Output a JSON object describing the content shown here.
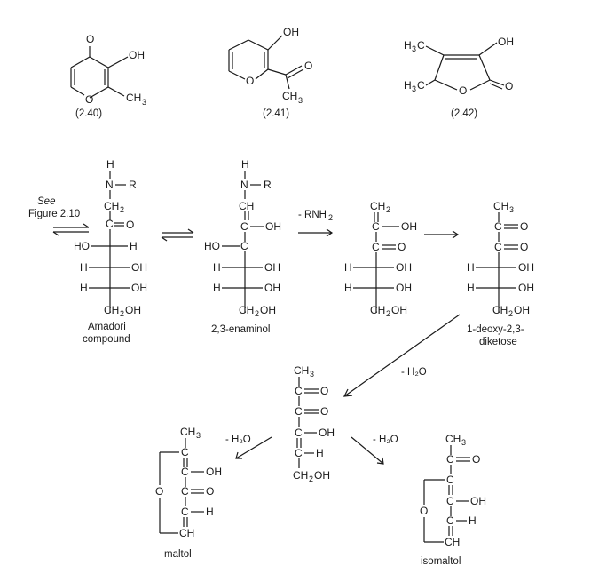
{
  "structures_top": [
    {
      "id": "(2.40)"
    },
    {
      "id": "(2.41)"
    },
    {
      "id": "(2.42)"
    }
  ],
  "pathway": {
    "see_line1": "See",
    "see_line2": "Figure 2.10",
    "amadori_line1": "Amadori",
    "amadori_line2": "compound",
    "enaminol": "2,3-enaminol",
    "minus_rnh2": "- RNH",
    "minus_rnh2_sub": "2",
    "diketose_line1": "1-deoxy-2,3-",
    "diketose_line2": "diketose",
    "minus_h2o_1": "- H₂O",
    "minus_h2o_2": "- H₂O",
    "minus_h2o_3": "- H₂O",
    "maltol": "maltol",
    "isomaltol": "isomaltol"
  },
  "atoms": {
    "H": "H",
    "N": "N",
    "R": "R",
    "C": "C",
    "O": "O",
    "OH": "OH",
    "HO": "HO",
    "CH": "CH",
    "CH2": "CH",
    "two": "2",
    "CH3": "CH",
    "three": "3",
    "CH2OH_a": "CH",
    "CH2OH_b": "OH",
    "H3C": "H",
    "H3C_b": "C"
  }
}
